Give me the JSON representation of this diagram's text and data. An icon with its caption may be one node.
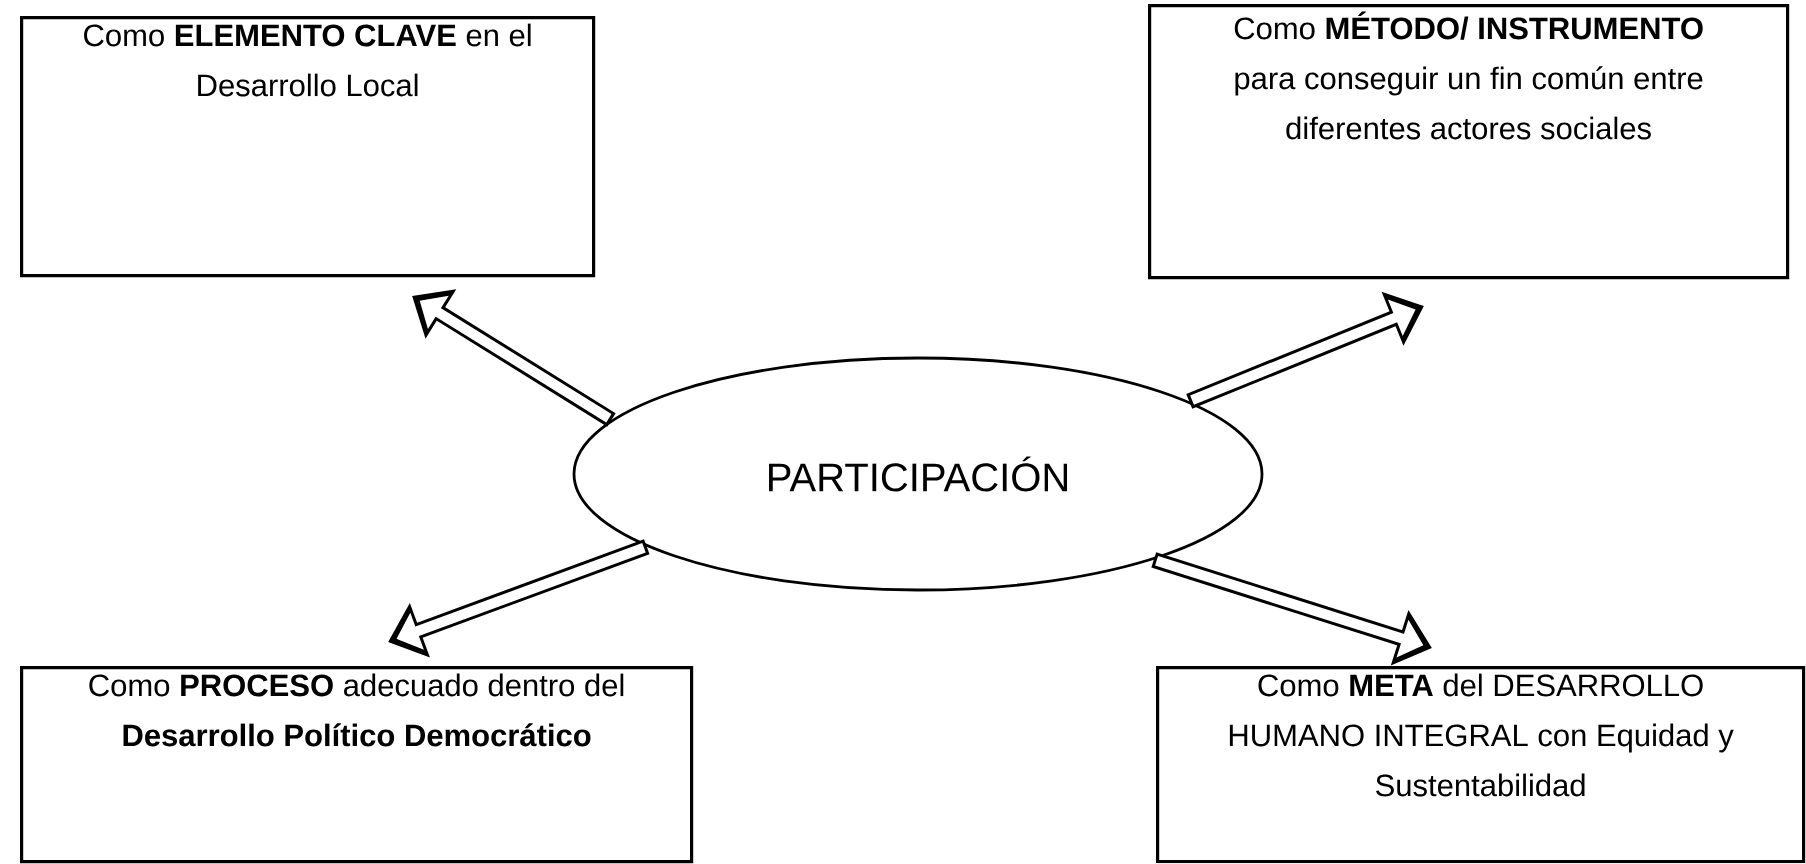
{
  "diagram": {
    "nodes": [
      {
        "text": [
          "Como **ELEMENTO CLAVE** en el Desarrollo Local"
        ]
      },
      {
        "text": [
          "Como **MÉTODO/ INSTRUMENTO** para conseguir un fin común entre diferentes actores sociales"
        ]
      },
      {
        "text": [
          "PARTICIPACIÓN"
        ]
      },
      {
        "text": [
          "Como **PROCESO** adecuado dentro del **Desarrollo Político Democrático**"
        ]
      },
      {
        "text": [
          "Como **META** del DESARROLLO HUMANO INTEGRAL con Equidad y Sustentabilidad"
        ]
      }
    ],
    "edges": [
      {
        "from": 2,
        "to": 0,
        "arrow": "to"
      },
      {
        "from": 2,
        "to": 1,
        "arrow": "to"
      },
      {
        "from": 2,
        "to": 3,
        "arrow": "to"
      },
      {
        "from": 2,
        "to": 4,
        "arrow": "to"
      }
    ]
  }
}
